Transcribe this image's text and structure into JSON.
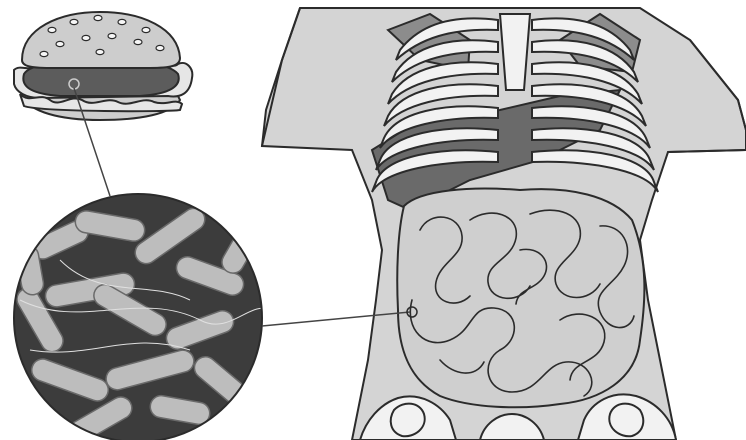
{
  "illustration": {
    "colors": {
      "background": "#ffffff",
      "outline": "#2b2b2b",
      "body_fill": "#d4d4d4",
      "bone_fill": "#f2f2f2",
      "liver_fill": "#6a6a6a",
      "lung_fill": "#8c8c8c",
      "intestine_fill": "#cfcfcf",
      "bun_fill": "#cdcdcd",
      "patty_fill": "#5c5c5c",
      "bacteria_bg": "#3c3c3c",
      "bacteria_fill": "#bdbdbd",
      "leader_line": "#444444"
    },
    "icons": [
      "hamburger-icon",
      "bacteria-micrograph",
      "human-torso",
      "rib-cage",
      "liver",
      "small-intestine",
      "pelvis"
    ]
  }
}
